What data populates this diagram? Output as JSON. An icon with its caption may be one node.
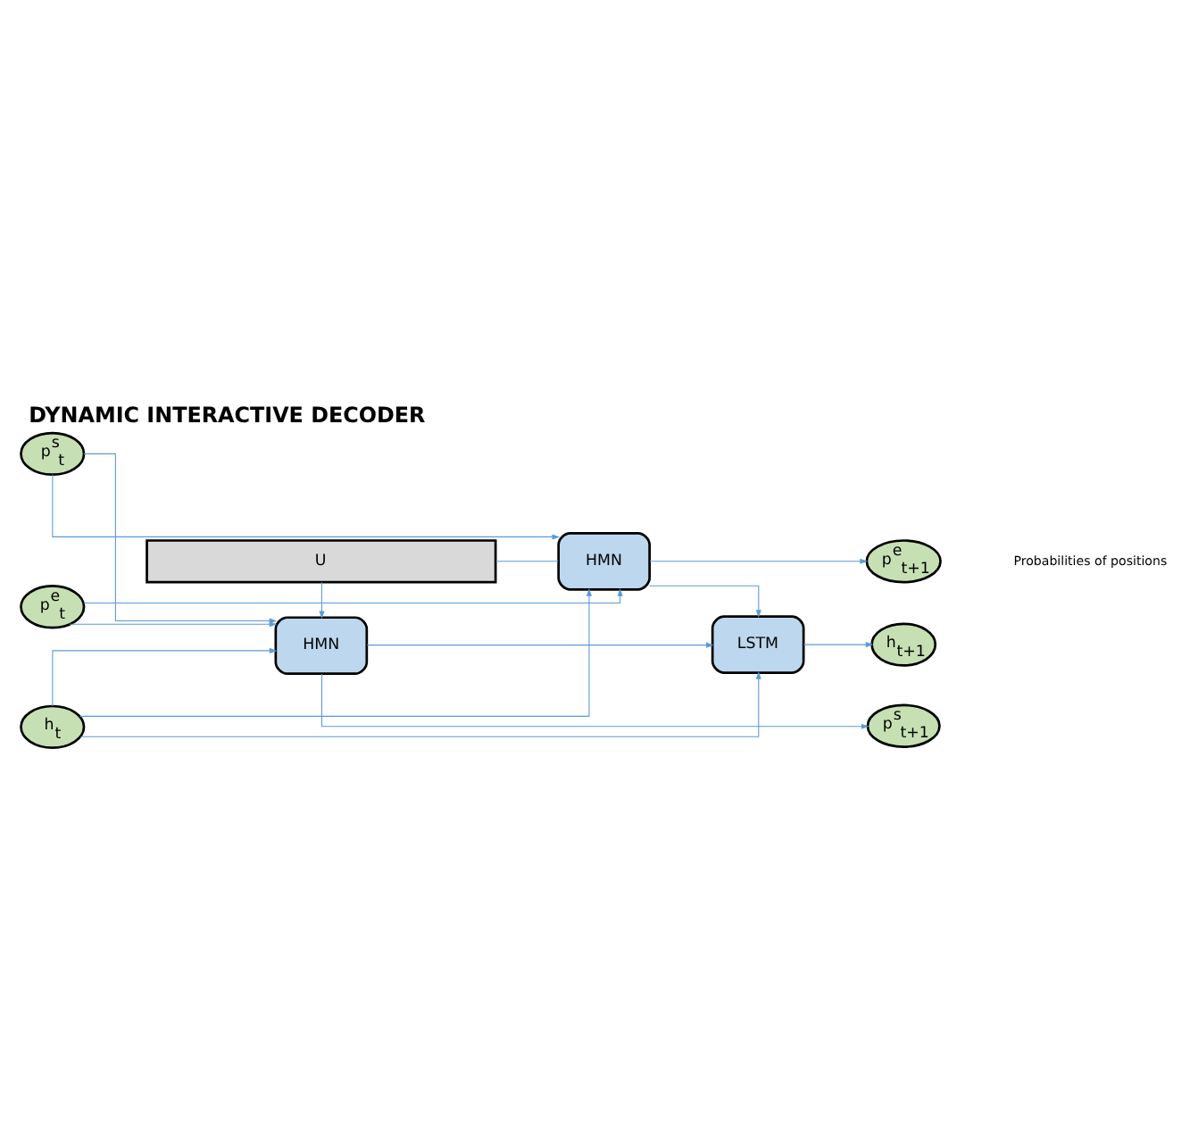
{
  "diagram": {
    "title": "DYNAMIC INTERACTIVE DECODER",
    "nodes": [
      {
        "text": [
          "h$_{t}$"
        ]
      },
      {
        "text": [
          "LSTM"
        ]
      },
      {
        "text": [
          "h$_{t+1}$"
        ]
      },
      {
        "text": [
          "HMN"
        ]
      },
      {
        "text": [
          "p$^{s}$$_{t+1}$"
        ]
      },
      {
        "text": [
          "p$^{s}$$_{t}$"
        ]
      },
      {
        "text": [
          "p$^{e}$$_{t}$"
        ]
      },
      {
        "text": [
          "HMN"
        ]
      },
      {
        "text": [
          "p$^{e}$$_{t+1}$"
        ]
      },
      {
        "text": [
          "U"
        ]
      }
    ],
    "edges": [
      {
        "from": 0,
        "to": 1,
        "arrow": "to"
      },
      {
        "from": 0,
        "to": 3,
        "arrow": "to"
      },
      {
        "from": 0,
        "to": 7,
        "arrow": "to"
      },
      {
        "from": 1,
        "to": 2,
        "arrow": "to"
      },
      {
        "from": 3,
        "to": 4,
        "arrow": "to"
      },
      {
        "from": 3,
        "to": 1,
        "arrow": "to"
      },
      {
        "from": 5,
        "to": 3,
        "arrow": "to"
      },
      {
        "from": 5,
        "to": 7,
        "arrow": "to"
      },
      {
        "from": 6,
        "to": 3,
        "arrow": "to"
      },
      {
        "from": 6,
        "to": 7,
        "arrow": "to"
      },
      {
        "from": 9,
        "to": 3,
        "arrow": "to"
      },
      {
        "from": 9,
        "to": 7,
        "arrow": "none"
      },
      {
        "from": 7,
        "to": 8,
        "arrow": "to"
      },
      {
        "from": 7,
        "to": 1,
        "arrow": "to"
      }
    ],
    "labels": [
      "Probabilities of positions"
    ]
  }
}
